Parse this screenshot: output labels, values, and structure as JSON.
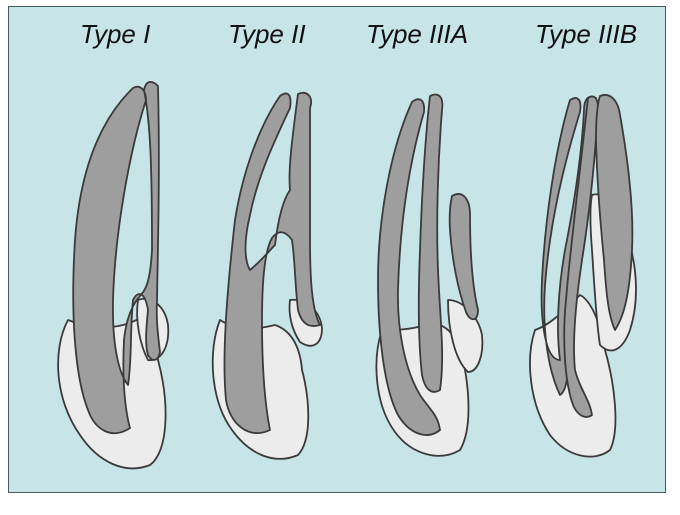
{
  "labels": {
    "type1": "Type I",
    "type2": "Type II",
    "type3a": "Type IIIA",
    "type3b": "Type IIIB"
  },
  "colors": {
    "background": "#c7e4e6",
    "pulp": "#9e9e9e",
    "dentin": "#ececec",
    "outline": "#3a3a3a"
  }
}
